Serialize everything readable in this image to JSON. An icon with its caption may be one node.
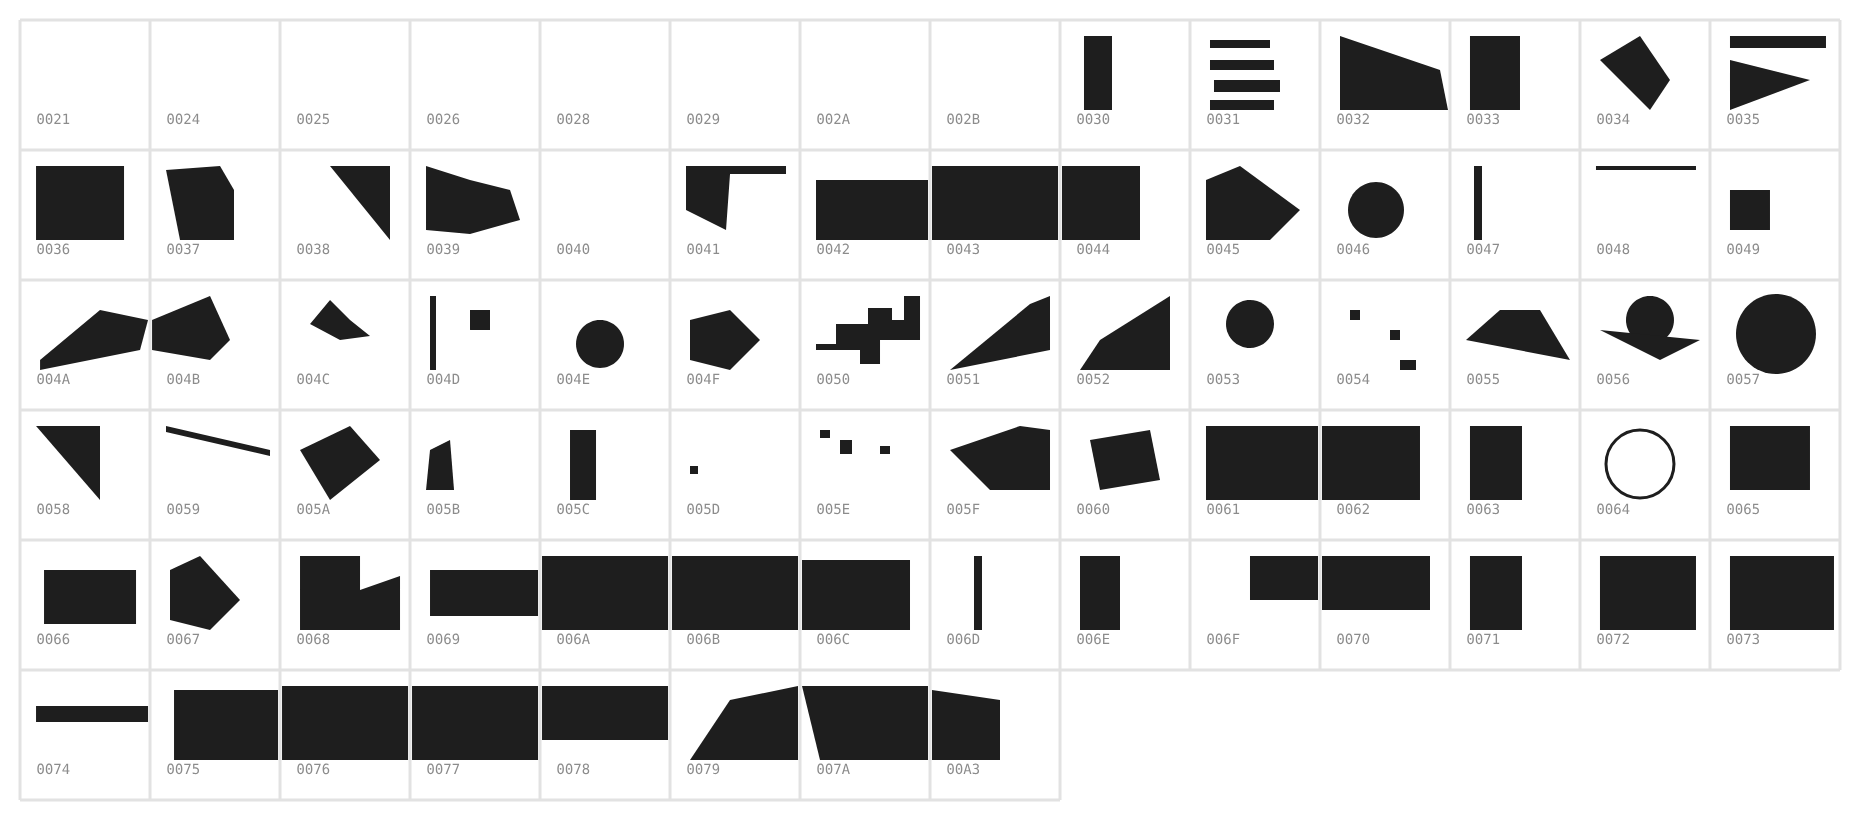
{
  "diagram": {
    "nodes": [
      {
        "text": [
          "0021"
        ]
      },
      {
        "text": [
          "0024"
        ]
      },
      {
        "text": [
          "0025"
        ]
      },
      {
        "text": [
          "0026"
        ]
      },
      {
        "text": [
          "0028"
        ]
      },
      {
        "text": [
          "0029"
        ]
      },
      {
        "text": [
          "002A"
        ]
      },
      {
        "text": [
          "002B"
        ]
      },
      {
        "text": [
          "0030"
        ]
      },
      {
        "text": [
          "0031"
        ]
      },
      {
        "text": [
          "0032"
        ]
      },
      {
        "text": [
          "0033"
        ]
      },
      {
        "text": [
          "0034"
        ]
      },
      {
        "text": [
          "0035"
        ]
      },
      {
        "text": [
          "0036"
        ]
      },
      {
        "text": [
          "0037"
        ]
      },
      {
        "text": [
          "0038"
        ]
      },
      {
        "text": [
          "0039"
        ]
      },
      {
        "text": [
          "0040"
        ]
      },
      {
        "text": [
          "0041"
        ]
      },
      {
        "text": [
          "0042"
        ]
      },
      {
        "text": [
          "0043"
        ]
      },
      {
        "text": [
          "0044"
        ]
      },
      {
        "text": [
          "0045"
        ]
      },
      {
        "text": [
          "0046"
        ]
      },
      {
        "text": [
          "0047"
        ]
      },
      {
        "text": [
          "0048"
        ]
      },
      {
        "text": [
          "0049"
        ]
      },
      {
        "text": [
          "004A"
        ]
      },
      {
        "text": [
          "004B"
        ]
      },
      {
        "text": [
          "004C"
        ]
      },
      {
        "text": [
          "004D"
        ]
      },
      {
        "text": [
          "004E"
        ]
      },
      {
        "text": [
          "004F"
        ]
      },
      {
        "text": [
          "0050"
        ]
      },
      {
        "text": [
          "0051"
        ]
      },
      {
        "text": [
          "0052"
        ]
      },
      {
        "text": [
          "0053"
        ]
      },
      {
        "text": [
          "0054"
        ]
      },
      {
        "text": [
          "0055"
        ]
      },
      {
        "text": [
          "0056"
        ]
      },
      {
        "text": [
          "0057"
        ]
      },
      {
        "text": [
          "0058"
        ]
      },
      {
        "text": [
          "0059"
        ]
      },
      {
        "text": [
          "005A"
        ]
      },
      {
        "text": [
          "005B"
        ]
      },
      {
        "text": [
          "005C"
        ]
      },
      {
        "text": [
          "005D"
        ]
      },
      {
        "text": [
          "005E"
        ]
      },
      {
        "text": [
          "005F"
        ]
      },
      {
        "text": [
          "0060"
        ]
      },
      {
        "text": [
          "0061"
        ]
      },
      {
        "text": [
          "0062"
        ]
      },
      {
        "text": [
          "0063"
        ]
      },
      {
        "text": [
          "0064"
        ]
      },
      {
        "text": [
          "0065"
        ]
      },
      {
        "text": [
          "0066"
        ]
      },
      {
        "text": [
          "0067"
        ]
      },
      {
        "text": [
          "0068"
        ]
      },
      {
        "text": [
          "0069"
        ]
      },
      {
        "text": [
          "006A"
        ]
      },
      {
        "text": [
          "006B"
        ]
      },
      {
        "text": [
          "006C"
        ]
      },
      {
        "text": [
          "006D"
        ]
      },
      {
        "text": [
          "006E"
        ]
      },
      {
        "text": [
          "006F"
        ]
      },
      {
        "text": [
          "0070"
        ]
      },
      {
        "text": [
          "0071"
        ]
      },
      {
        "text": [
          "0072"
        ]
      },
      {
        "text": [
          "0073"
        ]
      },
      {
        "text": [
          "0074"
        ]
      },
      {
        "text": [
          "0075"
        ]
      },
      {
        "text": [
          "0076"
        ]
      },
      {
        "text": [
          "0077"
        ]
      },
      {
        "text": [
          "0078"
        ]
      },
      {
        "text": [
          "0079"
        ]
      },
      {
        "text": [
          "007A"
        ]
      },
      {
        "text": [
          "00A3"
        ]
      }
    ]
  }
}
